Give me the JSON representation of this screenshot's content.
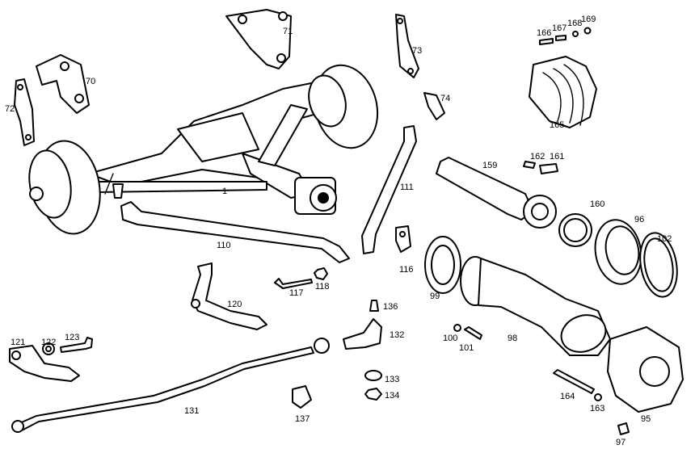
{
  "callouts": [
    {
      "id": "c1",
      "text": "1"
    },
    {
      "id": "c70",
      "text": "70"
    },
    {
      "id": "c71",
      "text": "71"
    },
    {
      "id": "c72",
      "text": "72"
    },
    {
      "id": "c73",
      "text": "73"
    },
    {
      "id": "c74",
      "text": "74"
    },
    {
      "id": "c95",
      "text": "95"
    },
    {
      "id": "c96",
      "text": "96"
    },
    {
      "id": "c97",
      "text": "97"
    },
    {
      "id": "c98",
      "text": "98"
    },
    {
      "id": "c99",
      "text": "99"
    },
    {
      "id": "c100",
      "text": "100"
    },
    {
      "id": "c101",
      "text": "101"
    },
    {
      "id": "c102",
      "text": "102"
    },
    {
      "id": "c110",
      "text": "110"
    },
    {
      "id": "c111",
      "text": "111"
    },
    {
      "id": "c116",
      "text": "116"
    },
    {
      "id": "c117",
      "text": "117"
    },
    {
      "id": "c118",
      "text": "118"
    },
    {
      "id": "c120",
      "text": "120"
    },
    {
      "id": "c121",
      "text": "121"
    },
    {
      "id": "c122",
      "text": "122"
    },
    {
      "id": "c123",
      "text": "123"
    },
    {
      "id": "c131",
      "text": "131"
    },
    {
      "id": "c132",
      "text": "132"
    },
    {
      "id": "c133",
      "text": "133"
    },
    {
      "id": "c134",
      "text": "134"
    },
    {
      "id": "c136",
      "text": "136"
    },
    {
      "id": "c137",
      "text": "137"
    },
    {
      "id": "c159",
      "text": "159"
    },
    {
      "id": "c160",
      "text": "160"
    },
    {
      "id": "c161",
      "text": "161"
    },
    {
      "id": "c162",
      "text": "162"
    },
    {
      "id": "c163",
      "text": "163"
    },
    {
      "id": "c164",
      "text": "164"
    },
    {
      "id": "c165",
      "text": "165"
    },
    {
      "id": "c166",
      "text": "166"
    },
    {
      "id": "c167",
      "text": "167"
    },
    {
      "id": "c168",
      "text": "168"
    },
    {
      "id": "c169",
      "text": "169"
    }
  ]
}
